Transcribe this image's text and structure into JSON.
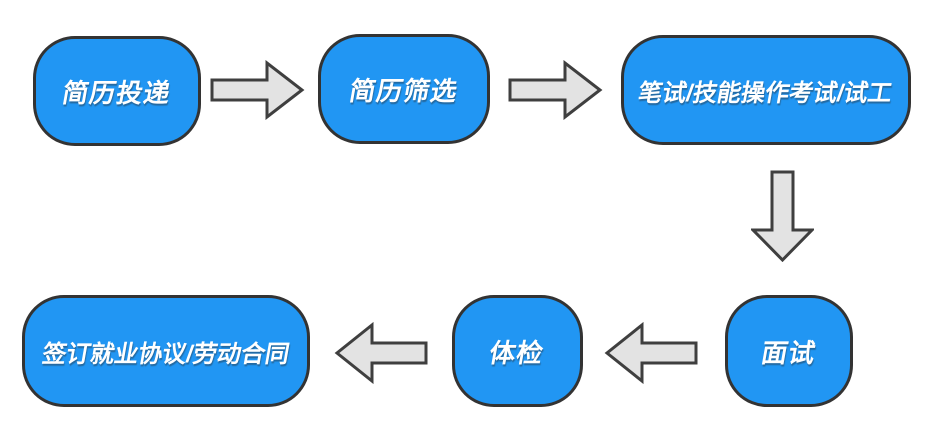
{
  "flowchart": {
    "description": "recruitment-process-flowchart",
    "nodes": [
      {
        "id": "resume-submission",
        "label": "简历投递"
      },
      {
        "id": "resume-screening",
        "label": "简历筛选"
      },
      {
        "id": "written-skill-test",
        "label": "笔试/技能操作考试/试工"
      },
      {
        "id": "interview",
        "label": "面试"
      },
      {
        "id": "physical-exam",
        "label": "体检"
      },
      {
        "id": "sign-contract",
        "label": "签订就业协议/劳动合同"
      }
    ],
    "edges": [
      {
        "from": "resume-submission",
        "to": "resume-screening",
        "direction": "right"
      },
      {
        "from": "resume-screening",
        "to": "written-skill-test",
        "direction": "right"
      },
      {
        "from": "written-skill-test",
        "to": "interview",
        "direction": "down"
      },
      {
        "from": "interview",
        "to": "physical-exam",
        "direction": "left"
      },
      {
        "from": "physical-exam",
        "to": "sign-contract",
        "direction": "left"
      }
    ],
    "colors": {
      "node_fill": "#2196F3",
      "node_border": "#333333",
      "node_text": "#FFFFFF",
      "arrow_fill": "#E3E3E3",
      "arrow_border": "#3F3F3F",
      "background": "#FFFFFF"
    }
  }
}
